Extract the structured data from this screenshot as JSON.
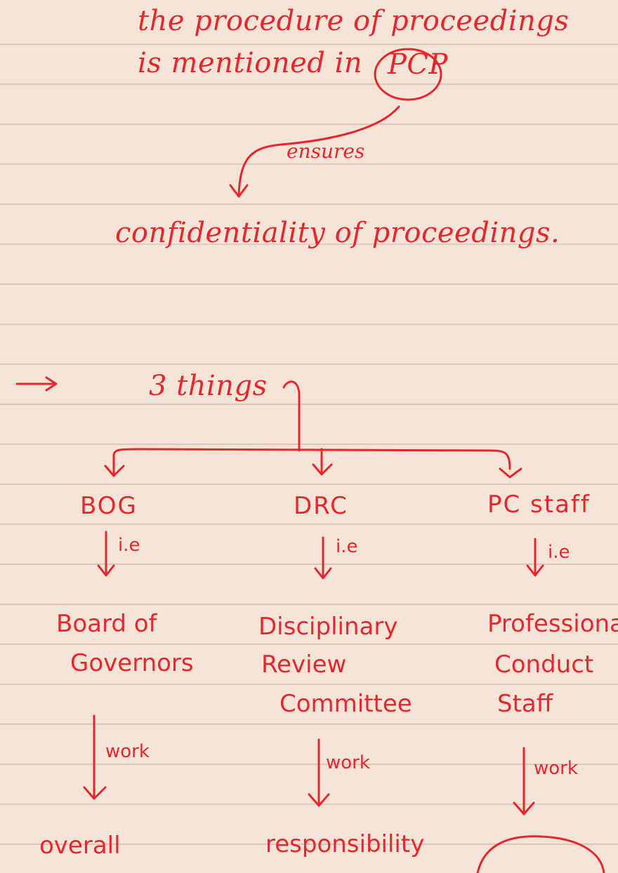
{
  "note": {
    "line1": "the procedure of proceedings",
    "line2": "is mentioned in",
    "pcp": "PCP",
    "ensures": "ensures",
    "line3": "confidentiality of proceedings."
  },
  "tree": {
    "heading": "3 things",
    "branches": [
      {
        "abbr": "BOG",
        "ie": "i.e",
        "full": [
          "Board of",
          "Governors"
        ],
        "work": "work",
        "result": "overall"
      },
      {
        "abbr": "DRC",
        "ie": "i.e",
        "full": [
          "Disciplinary",
          "Review",
          "Committee"
        ],
        "work": "work",
        "result": "responsibility"
      },
      {
        "abbr": "PC staff",
        "ie": "i.e",
        "full": [
          "Professional",
          "Conduct",
          "Staff"
        ],
        "work": "work",
        "result": ""
      }
    ]
  },
  "colors": {
    "ink": "#e8262b",
    "paper": "#f4e4d8",
    "rule": "#d9c6ba"
  }
}
